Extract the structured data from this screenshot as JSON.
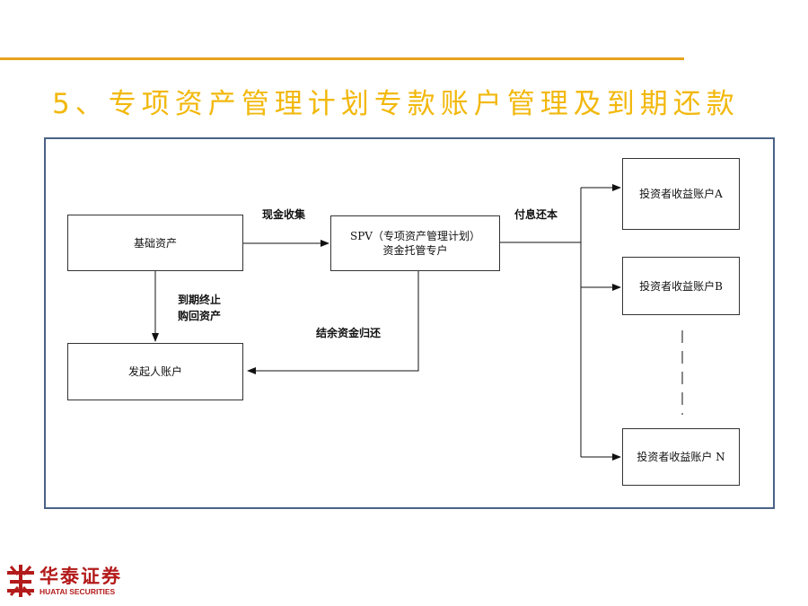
{
  "slide": {
    "title": "5、专项资产管理计划专款账户管理及到期还款"
  },
  "diagram": {
    "nodes": {
      "underlying_assets": "基础资产",
      "spv": "SPV（专项资产管理计划）\n资金托管专户",
      "originator_account": "发起人账户",
      "investor_a": "投资者收益账户A",
      "investor_b": "投资者收益账户B",
      "investor_n": "投资者收益账户 N"
    },
    "edges": {
      "cash_collection": "现金收集",
      "interest_repayment": "付息还本",
      "maturity_repurchase": "到期终止\n购回资产",
      "residual_return": "结余资金归还"
    }
  },
  "logo": {
    "cn": "华泰证券",
    "en": "HUATAI SECURITIES"
  },
  "colors": {
    "rule": "#e8a21e",
    "title": "#f2b80c",
    "frame": "#4a6286",
    "logo": "#b31b1b"
  }
}
